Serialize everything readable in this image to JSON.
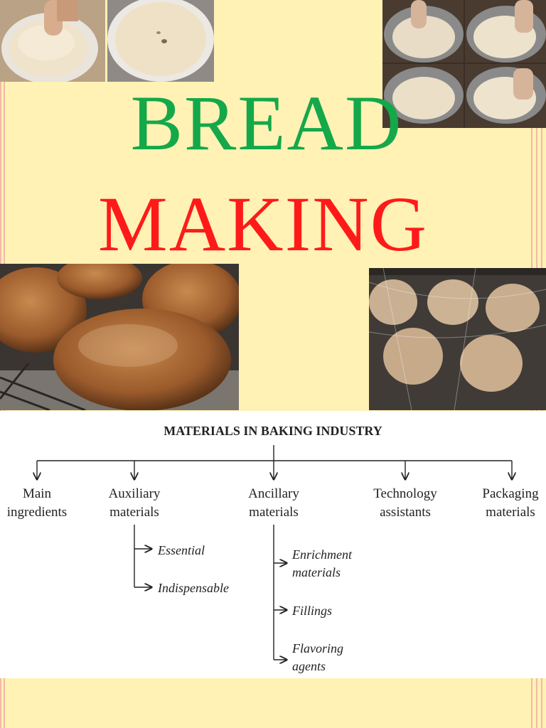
{
  "title": {
    "line1": "BREAD",
    "line2": "MAKING"
  },
  "diagram": {
    "title": "MATERIALS IN BAKING INDUSTRY",
    "categories": [
      {
        "line1": "Main",
        "line2": "ingredients"
      },
      {
        "line1": "Auxiliary",
        "line2": "materials"
      },
      {
        "line1": "Ancillary",
        "line2": "materials"
      },
      {
        "line1": "Technology",
        "line2": "assistants"
      },
      {
        "line1": "Packaging",
        "line2": "materials"
      }
    ],
    "auxiliary_items": [
      "Essential",
      "Indispensable"
    ],
    "ancillary_items": [
      {
        "line1": "Enrichment",
        "line2": "materials"
      },
      {
        "line1": "Fillings",
        "line2": ""
      },
      {
        "line1": "Flavoring",
        "line2": "agents"
      }
    ]
  }
}
